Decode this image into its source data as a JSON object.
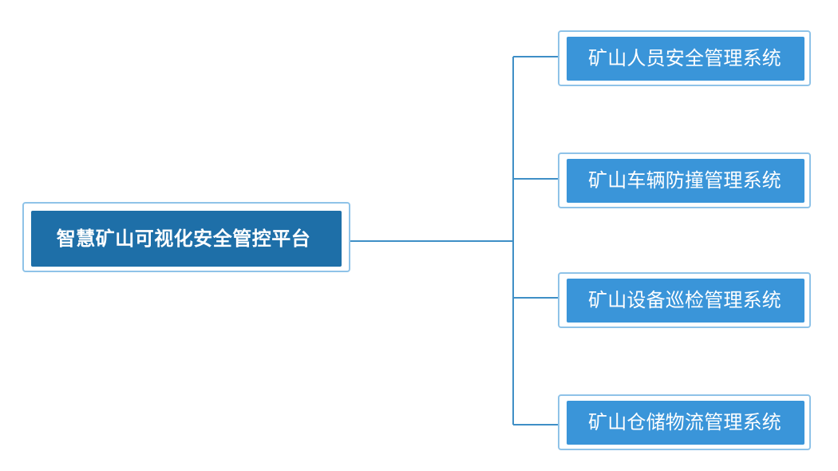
{
  "diagram": {
    "root": {
      "label": "智慧矿山可视化安全管控平台"
    },
    "children": [
      {
        "label": "矿山人员安全管理系统"
      },
      {
        "label": "矿山车辆防撞管理系统"
      },
      {
        "label": "矿山设备巡检管理系统"
      },
      {
        "label": "矿山仓储物流管理系统"
      }
    ]
  },
  "colors": {
    "root_fill": "#1e6fa8",
    "child_fill": "#3a95d9",
    "connector": "#3f8fc6",
    "frame": "#8fc3e8",
    "text": "#ffffff"
  }
}
